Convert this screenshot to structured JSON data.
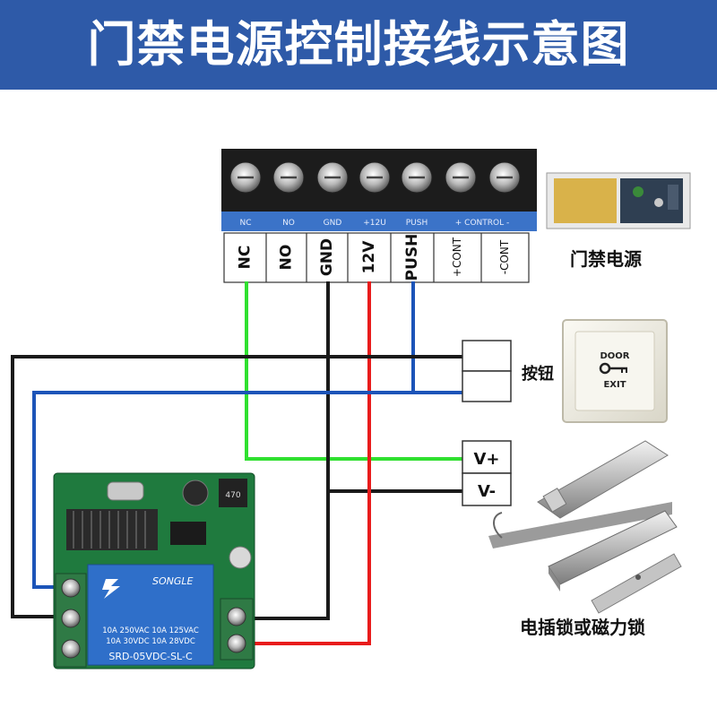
{
  "title": "门禁电源控制接线示意图",
  "terminal_block": {
    "strip_labels": [
      "NC",
      "NO",
      "GND",
      "+12U",
      "PUSH",
      "+ CONTROL -"
    ],
    "terminals": [
      "NC",
      "NO",
      "GND",
      "12V",
      "PUSH",
      "+CONT",
      "-CONT"
    ]
  },
  "power_supply_label": "门禁电源",
  "button": {
    "label": "按钮",
    "plate_text_top": "DOOR",
    "plate_text_bottom": "EXIT"
  },
  "lock": {
    "vplus": "V+",
    "vminus": "V-",
    "label": "电插锁或磁力锁"
  },
  "relay_module": {
    "brand": "SONGLE",
    "rating_line1": "10A 250VAC 10A 125VAC",
    "rating_line2": "10A 30VDC 10A 28VDC",
    "model": "SRD-05VDC-SL-C",
    "inductor_marking": "470"
  },
  "colors": {
    "header": "#2e5aa8",
    "wire_green": "#2fe02f",
    "wire_black": "#1a1a1a",
    "wire_red": "#e81c1c",
    "wire_blue": "#1c54b8",
    "pcb_green": "#1f7a3e",
    "relay_blue": "#2f6fc9"
  }
}
